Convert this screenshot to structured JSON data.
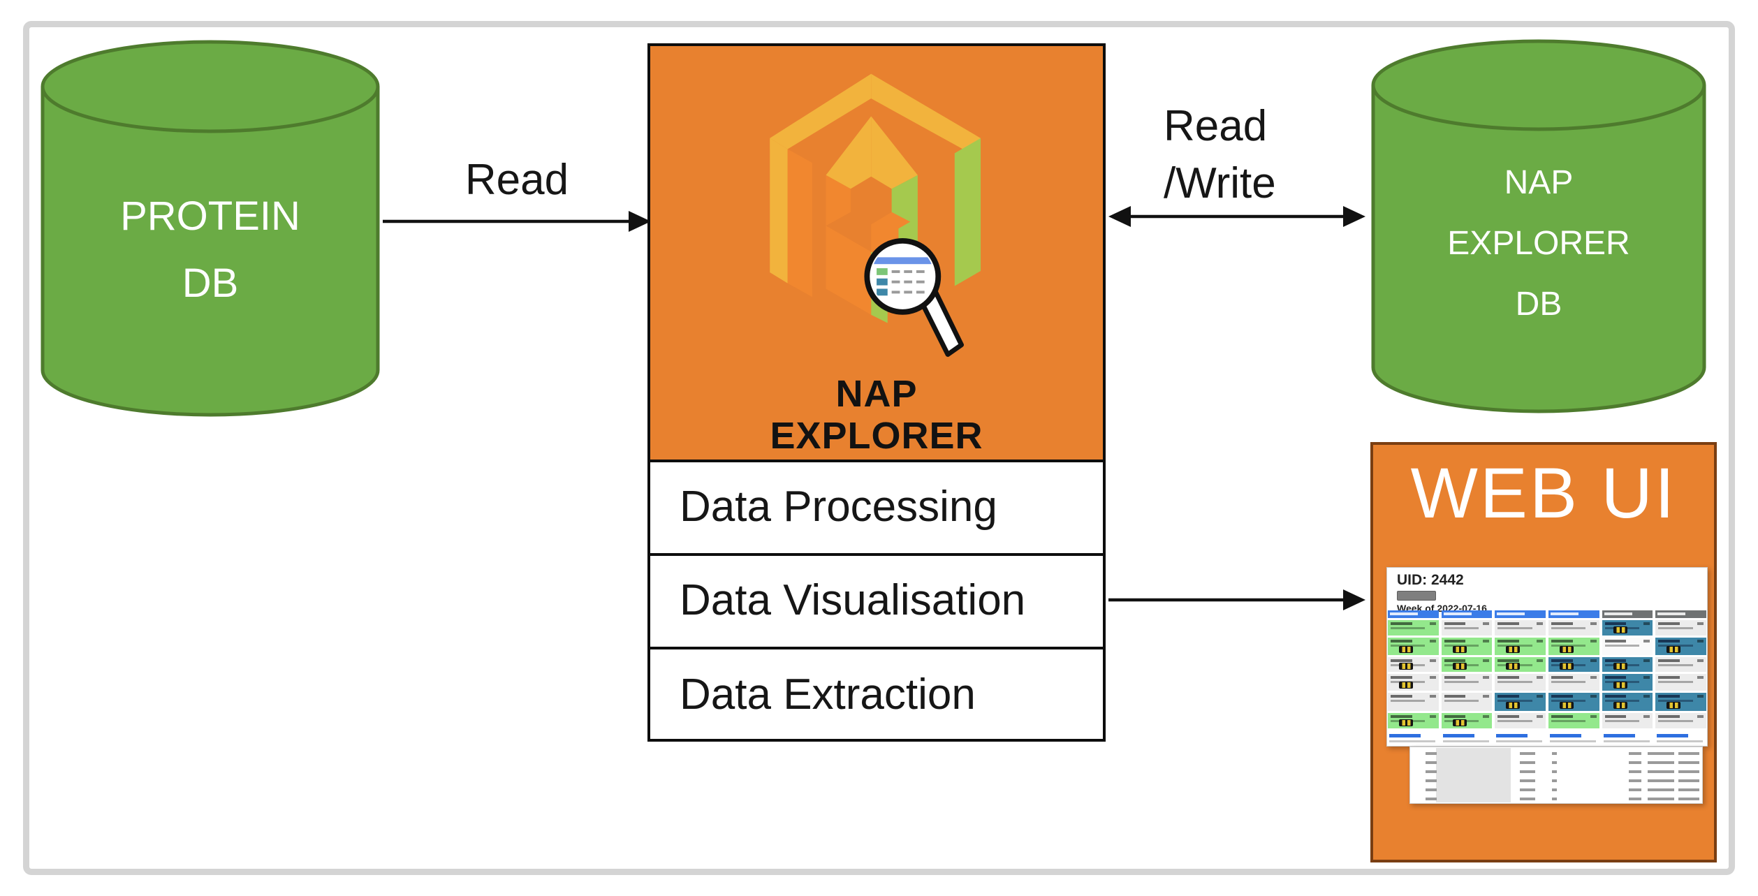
{
  "protein_db": {
    "label_lines": [
      "PROTEIN",
      "DB"
    ]
  },
  "arrows": {
    "read_label": "Read",
    "read_write_label_lines": [
      "Read",
      "/Write"
    ]
  },
  "nap_explorer": {
    "title_lines": [
      "NAP",
      "EXPLORER"
    ],
    "modules": [
      "Data Processing",
      "Data Visualisation",
      "Data Extraction"
    ]
  },
  "nap_explorer_db": {
    "label_lines": [
      "NAP",
      "EXPLORER",
      "DB"
    ]
  },
  "web_ui": {
    "title": "WEB UI",
    "screenshot": {
      "uid_label": "UID: 2442",
      "week_label": "Week of 2022-07-16",
      "button_label": "",
      "cell_heights": [
        22,
        25,
        21,
        24,
        26,
        22
      ],
      "columns": [
        {
          "header": "blue",
          "cells": [
            {
              "color": "green",
              "badge": false
            },
            {
              "color": "green",
              "badge": true
            },
            {
              "color": "gray",
              "badge": true
            },
            {
              "color": "gray",
              "badge": true
            },
            {
              "color": "gray",
              "badge": false
            },
            {
              "color": "green",
              "badge": true
            }
          ]
        },
        {
          "header": "blue",
          "cells": [
            {
              "color": "gray",
              "badge": false
            },
            {
              "color": "green",
              "badge": true
            },
            {
              "color": "green",
              "badge": true
            },
            {
              "color": "gray",
              "badge": false
            },
            {
              "color": "gray",
              "badge": false
            },
            {
              "color": "green",
              "badge": true
            }
          ]
        },
        {
          "header": "blue",
          "cells": [
            {
              "color": "gray",
              "badge": false
            },
            {
              "color": "green",
              "badge": true
            },
            {
              "color": "green",
              "badge": true
            },
            {
              "color": "gray",
              "badge": false
            },
            {
              "color": "teal",
              "badge": true
            },
            {
              "color": "gray",
              "badge": false
            }
          ]
        },
        {
          "header": "blue",
          "cells": [
            {
              "color": "gray",
              "badge": false
            },
            {
              "color": "green",
              "badge": true
            },
            {
              "color": "teal",
              "badge": true
            },
            {
              "color": "gray",
              "badge": false
            },
            {
              "color": "teal",
              "badge": true
            },
            {
              "color": "green",
              "badge": false
            }
          ]
        },
        {
          "header": "gray",
          "cells": [
            {
              "color": "teal",
              "badge": true
            },
            {
              "color": "white",
              "badge": false
            },
            {
              "color": "teal",
              "badge": true
            },
            {
              "color": "teal",
              "badge": true
            },
            {
              "color": "teal",
              "badge": true
            },
            {
              "color": "gray",
              "badge": false
            }
          ]
        },
        {
          "header": "gray",
          "cells": [
            {
              "color": "gray",
              "badge": false
            },
            {
              "color": "teal",
              "badge": true
            },
            {
              "color": "gray",
              "badge": false
            },
            {
              "color": "gray",
              "badge": false
            },
            {
              "color": "teal",
              "badge": true
            },
            {
              "color": "gray",
              "badge": false
            }
          ]
        }
      ],
      "table": {
        "row_count": 6
      }
    }
  },
  "colors": {
    "box_orange": "#E8812F",
    "web_ui_border": "#7A3E12",
    "db_green": "#6BAB45",
    "db_green_border": "#4E7B2D",
    "frame_gray": "#D4D4D4",
    "calendar_header_blue": "#3B7CE8",
    "calendar_header_gray": "#6F7273",
    "cell_green": "#93E88C",
    "cell_teal": "#3E87A8",
    "cell_gray": "#ECECEC",
    "badge_yellow": "#E3C431",
    "link_blue": "#2E6FE0",
    "logo_yellow": "#F2B33D",
    "logo_orange": "#F1872F",
    "logo_green": "#A5C94E"
  }
}
